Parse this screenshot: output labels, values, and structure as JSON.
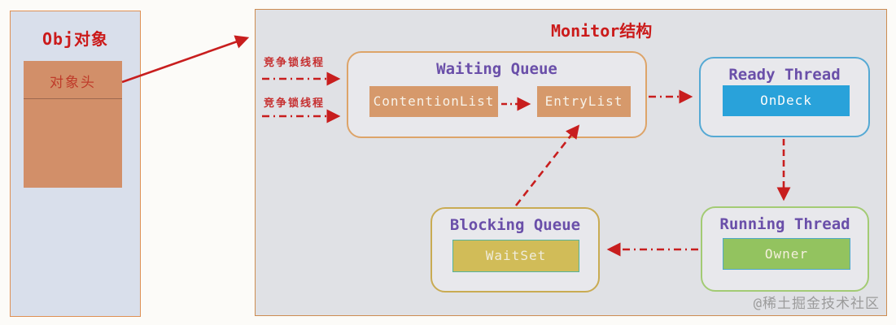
{
  "obj_box": {
    "title": "Obj对象",
    "header_label": "对象头"
  },
  "monitor": {
    "title": "Monitor结构"
  },
  "arrow_labels": {
    "compete_1": "竞争锁线程",
    "compete_2": "竞争锁线程"
  },
  "waiting_queue": {
    "title": "Waiting Queue",
    "contention_list": "ContentionList",
    "entry_list": "EntryList"
  },
  "ready_thread": {
    "title": "Ready Thread",
    "on_deck": "OnDeck"
  },
  "blocking_queue": {
    "title": "Blocking Queue",
    "wait_set": "WaitSet"
  },
  "running_thread": {
    "title": "Running Thread",
    "owner": "Owner"
  },
  "watermark": "@稀土掘金技术社区",
  "colors": {
    "arrow_red": "#c81e1e",
    "title_red": "#cb1b1b",
    "group_title_purple": "#6a4fa9",
    "obj_box_fill": "#d9dfeb",
    "obj_header_fill": "#d28f69",
    "monitor_fill": "#e0e1e5",
    "monitor_border": "#cd8c51",
    "waiting_queue_border": "#dda469",
    "ready_thread_border": "#55a9d4",
    "blocking_queue_border": "#c9ab53",
    "running_thread_border": "#a3cb74",
    "contention_fill": "#d6996b",
    "ondeck_fill": "#29a2da",
    "waitset_fill": "#d1bc58",
    "owner_fill": "#93c35f",
    "watermark_gray": "#9b9b9b"
  }
}
